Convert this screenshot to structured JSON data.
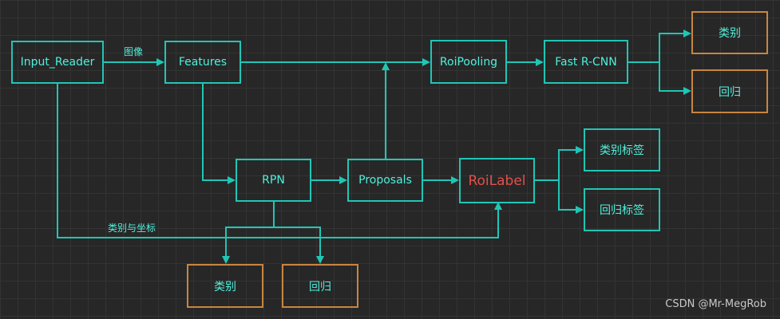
{
  "nodes": {
    "input_reader": "Input_Reader",
    "features": "Features",
    "roipooling": "RoiPooling",
    "fast_rcnn": "Fast R-CNN",
    "top_class": "类别",
    "top_regress": "回归",
    "rpn": "RPN",
    "proposals": "Proposals",
    "roilabel": "RoiLabel",
    "class_label": "类别标签",
    "regress_label": "回归标签",
    "bottom_class": "类别",
    "bottom_regress": "回归"
  },
  "edge_labels": {
    "image": "图像",
    "class_and_coords": "类别与坐标"
  },
  "watermark": "CSDN @Mr-MegRob",
  "colors": {
    "background": "#272727",
    "grid": "#333333",
    "teal_border": "#20c6b5",
    "teal_text": "#4ff0dc",
    "orange_border": "#c8853f",
    "red_text": "#e2504a"
  }
}
